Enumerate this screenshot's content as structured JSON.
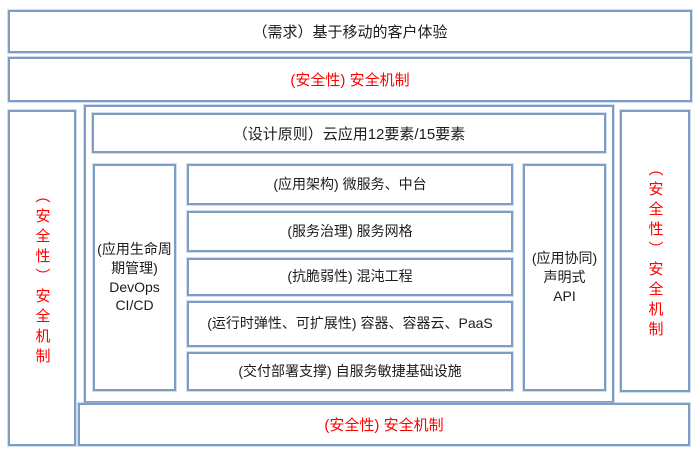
{
  "colors": {
    "border_blue": "#7f9dc3",
    "security_red": "#ff0000",
    "text_black": "#1c1c1c",
    "background": "#ffffff"
  },
  "top_box": {
    "label": "（需求）基于移动的客户体验"
  },
  "security_top": {
    "label": "(安全性) 安全机制"
  },
  "security_left": {
    "label": "（安全性）安全机制"
  },
  "security_right": {
    "label": "（安全性）安全机制"
  },
  "security_bottom": {
    "label": "(安全性) 安全机制"
  },
  "design_principles": {
    "label": "（设计原则）云应用12要素/15要素"
  },
  "lifecycle": {
    "label": "(应用生命周期管理)\nDevOps\nCI/CD"
  },
  "collaboration": {
    "label": "(应用协同)\n声明式\nAPI"
  },
  "stack": [
    {
      "label": "(应用架构) 微服务、中台"
    },
    {
      "label": "(服务治理) 服务网格"
    },
    {
      "label": "(抗脆弱性) 混沌工程"
    },
    {
      "label": "(运行时弹性、可扩展性) 容器、容器云、PaaS"
    },
    {
      "label": "(交付部署支撑) 自服务敏捷基础设施"
    }
  ]
}
